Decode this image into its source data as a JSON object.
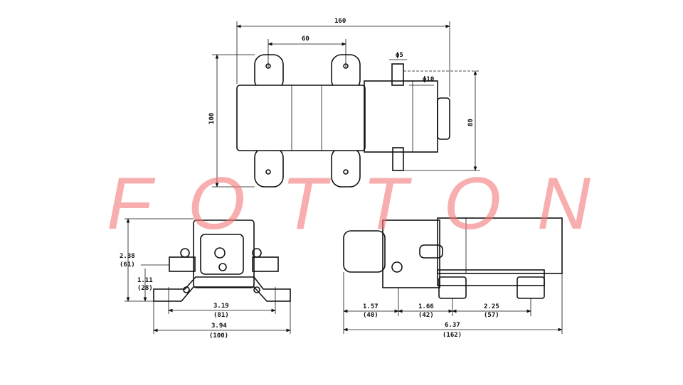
{
  "watermark": {
    "letters": [
      "F",
      "O",
      "T",
      "T",
      "O",
      "N"
    ],
    "color": "#f47878"
  },
  "top_view": {
    "overall_length": "160",
    "mount_spacing": "60",
    "mount_height": "100",
    "body_height": "80",
    "outlet_inner": "ϕ5",
    "outlet_outer": "ϕ10"
  },
  "front_view": {
    "height_in": "2.38",
    "height_mm": "(61)",
    "port_height_in": "1.11",
    "port_height_mm": "(28)",
    "hole_spacing_in": "3.19",
    "hole_spacing_mm": "(81)",
    "base_width_in": "3.94",
    "base_width_mm": "(100)"
  },
  "side_view": {
    "seg1_in": "1.57",
    "seg1_mm": "(40)",
    "seg2_in": "1.66",
    "seg2_mm": "(42)",
    "seg3_in": "2.25",
    "seg3_mm": "(57)",
    "total_in": "6.37",
    "total_mm": "(162)"
  }
}
